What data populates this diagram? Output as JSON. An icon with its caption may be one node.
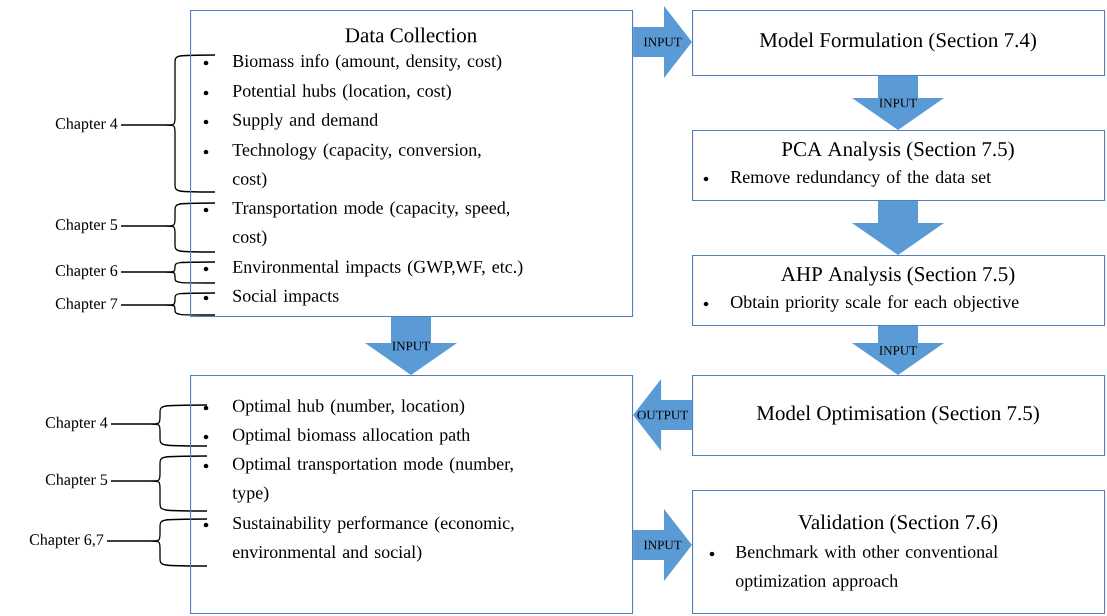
{
  "diagram": {
    "nodes": [
      {
        "text": [
          "Data Collection",
          "Biomass info (amount, density, cost)",
          "Potential hubs (location, cost)",
          "Supply and demand",
          "Technology (capacity, conversion, cost)",
          "Transportation mode (capacity, speed, cost)",
          "Environmental impacts (GWP,WF, etc.)",
          "Social impacts"
        ]
      },
      {
        "text": [
          "Model Formulation (Section 7.4)"
        ]
      },
      {
        "text": [
          "PCA Analysis (Section 7.5)",
          "Remove redundancy of the data set"
        ]
      },
      {
        "text": [
          "AHP Analysis (Section 7.5)",
          "Obtain priority scale for each objective"
        ]
      },
      {
        "text": [
          "Model Optimisation (Section 7.5)"
        ]
      },
      {
        "text": [
          "Optimal hub (number, location)",
          "Optimal biomass allocation path",
          "Optimal transportation mode (number, type)",
          "Sustainability performance (economic, environmental and social)"
        ]
      },
      {
        "text": [
          "Validation (Section 7.6)",
          "Benchmark with other conventional optimization approach"
        ]
      }
    ],
    "edges": [
      {
        "from": 0,
        "to": 1,
        "arrow": "to",
        "label": "INPUT"
      },
      {
        "from": 1,
        "to": 2,
        "arrow": "to",
        "label": "INPUT"
      },
      {
        "from": 2,
        "to": 3,
        "arrow": "to"
      },
      {
        "from": 3,
        "to": 4,
        "arrow": "to",
        "label": "INPUT"
      },
      {
        "from": 0,
        "to": 5,
        "arrow": "to",
        "label": "INPUT"
      },
      {
        "from": 4,
        "to": 5,
        "arrow": "to",
        "label": "OUTPUT"
      },
      {
        "from": 5,
        "to": 6,
        "arrow": "to",
        "label": "INPUT"
      }
    ],
    "labels": [
      "Chapter 4",
      "Chapter 5",
      "Chapter 6",
      "Chapter 7",
      "Chapter 4",
      "Chapter 5",
      "Chapter 6,7"
    ]
  }
}
